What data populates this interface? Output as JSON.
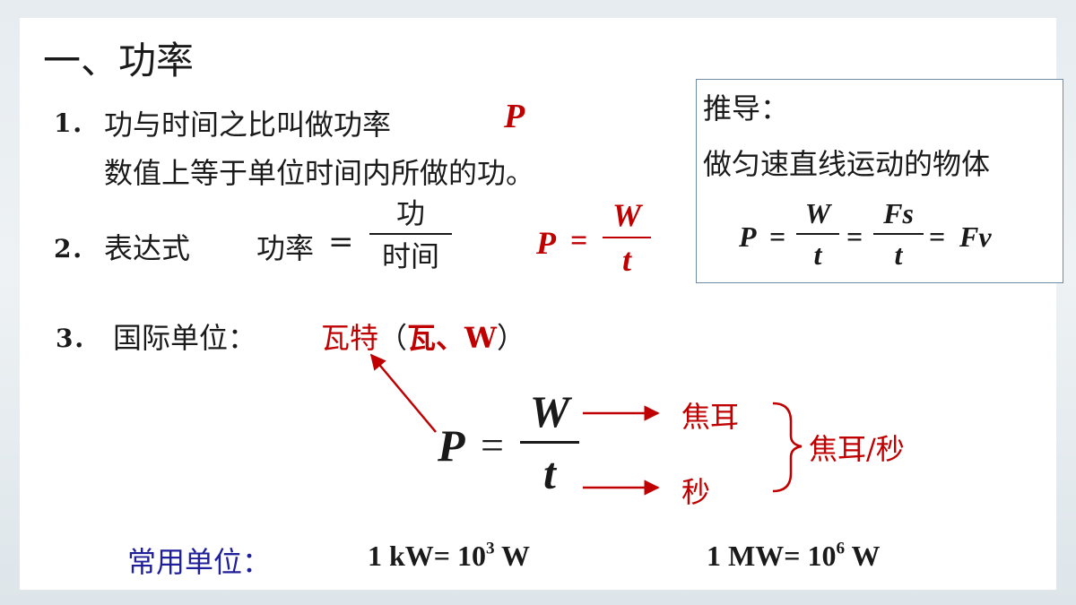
{
  "heading": "一、功率",
  "item1": {
    "number": "1．",
    "line1": "功与时间之比叫做功率",
    "symbol": "P",
    "line2": "数值上等于单位时间内所做的功。"
  },
  "item2": {
    "number": "2．",
    "label": "表达式",
    "word_lhs": "功率",
    "eq": "=",
    "word_num": "功",
    "word_den": "时间",
    "sym_lhs": "P",
    "sym_num": "W",
    "sym_den": "t"
  },
  "item3": {
    "number": "3．",
    "label": "国际单位：",
    "unit_name": "瓦特",
    "paren_open": "（",
    "unit_short": "瓦、W",
    "paren_close": "）"
  },
  "derivation": {
    "title": "推导：",
    "subtitle": "做匀速直线运动的物体",
    "p": "P",
    "eq1": "=",
    "f1_num": "W",
    "f1_den": "t",
    "eq2": "=",
    "f2_num": "Fs",
    "f2_den": "t",
    "eq3": "=",
    "result": "Fv"
  },
  "big_formula": {
    "p": "P",
    "eq": "=",
    "num": "W",
    "den": "t",
    "num_unit": "焦耳",
    "den_unit": "秒",
    "combined_unit": "焦耳/秒"
  },
  "common_units": {
    "label": "常用单位：",
    "kw_prefix": "1 kW= 10",
    "kw_exp": "3",
    "kw_suffix": " W",
    "mw_prefix": "1 MW= 10",
    "mw_exp": "6",
    "mw_suffix": " W"
  },
  "colors": {
    "accent": "#c00000",
    "label_blue": "#1f1f9a",
    "text": "#1a1a1a",
    "box_border": "#6f8aa3"
  }
}
